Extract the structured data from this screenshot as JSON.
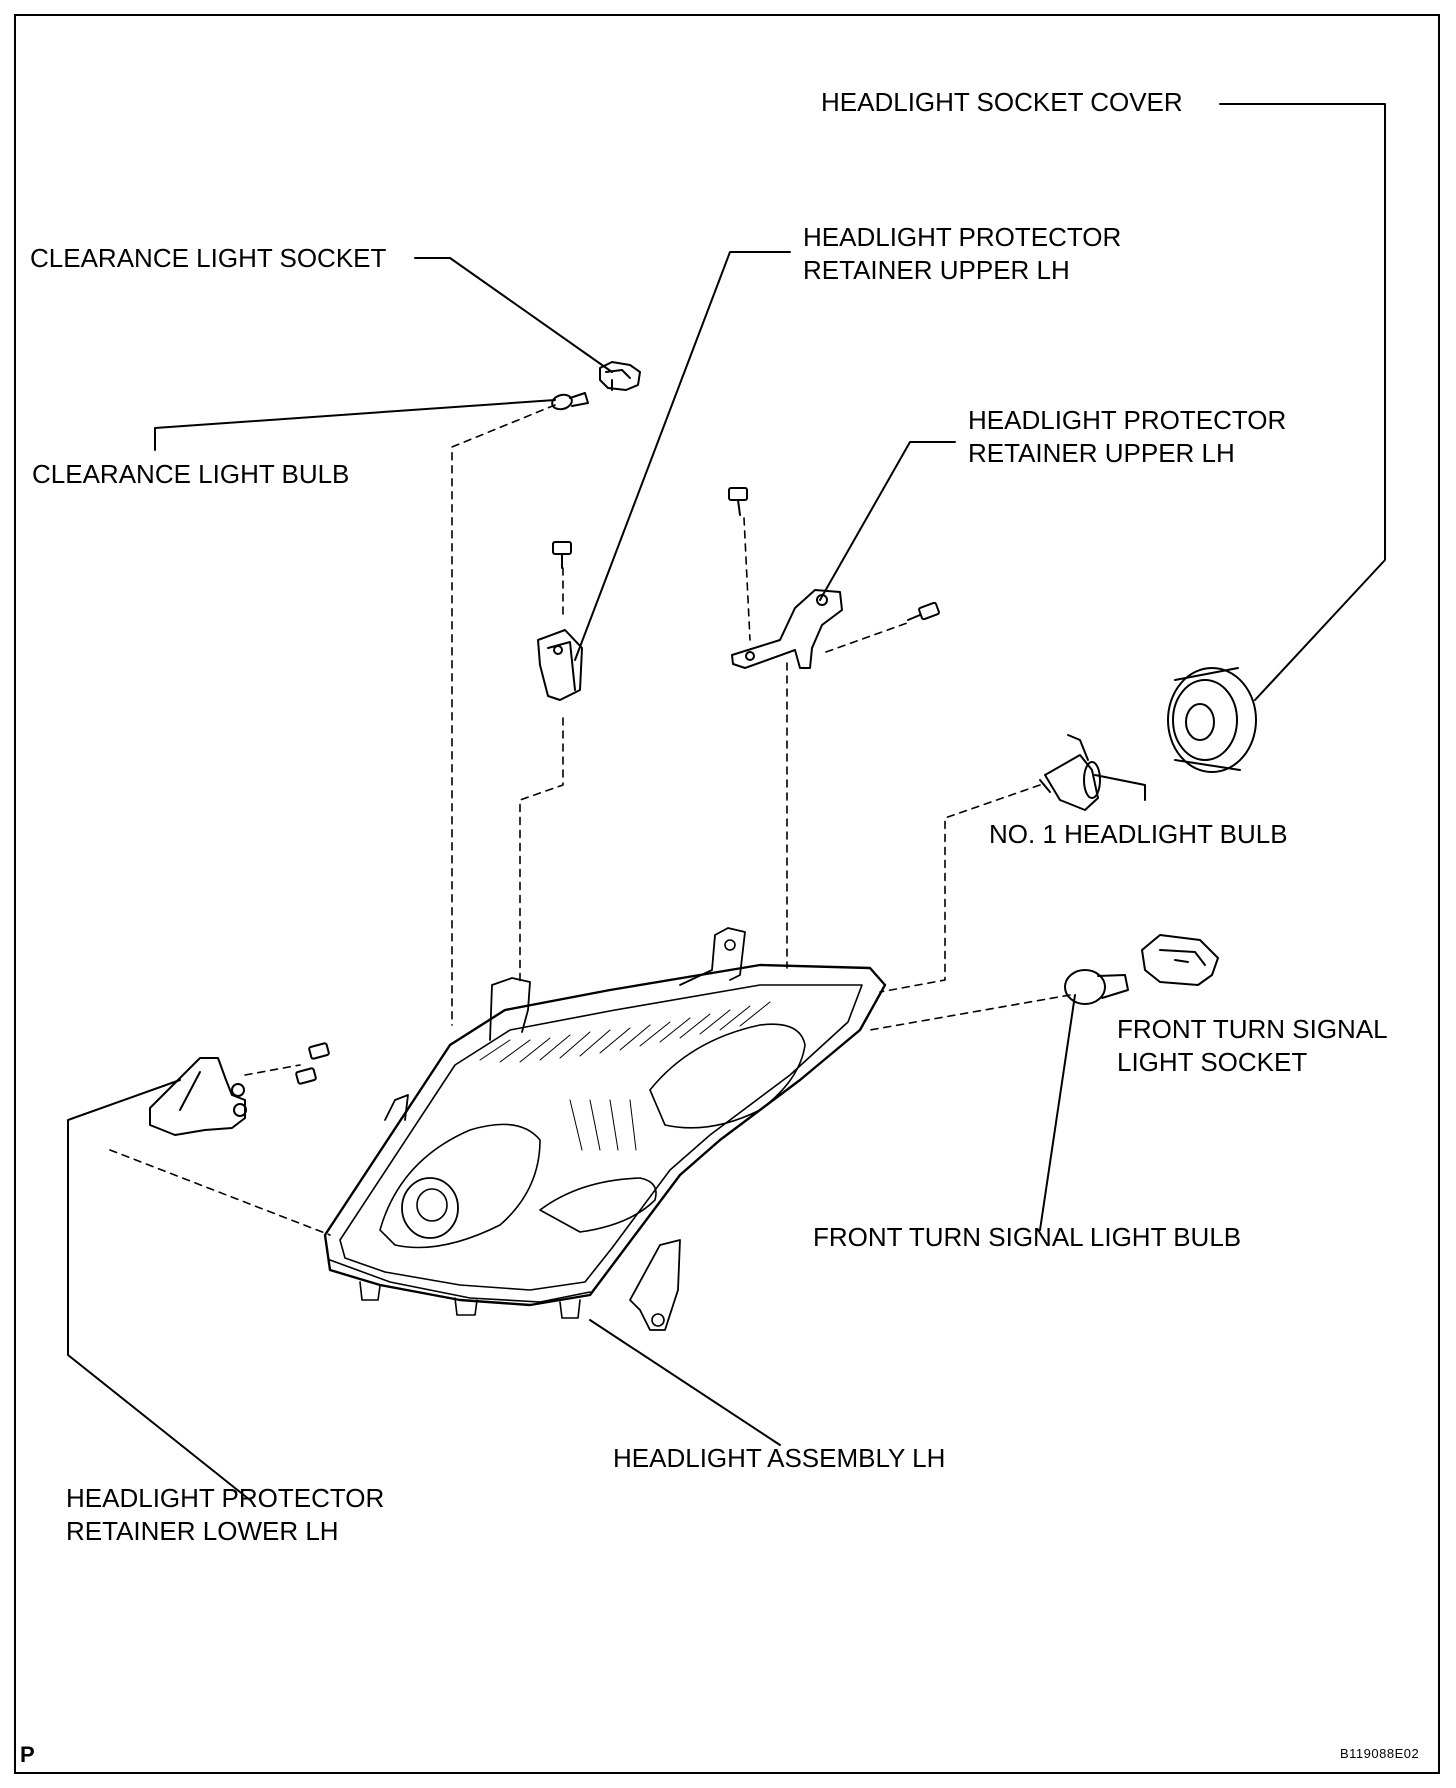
{
  "labels": {
    "headlight_socket_cover": "HEADLIGHT SOCKET COVER",
    "clearance_light_socket": "CLEARANCE LIGHT SOCKET",
    "protector_retainer_upper_1_line1": "HEADLIGHT PROTECTOR",
    "protector_retainer_upper_1_line2": "RETAINER UPPER LH",
    "clearance_light_bulb": "CLEARANCE LIGHT BULB",
    "protector_retainer_upper_2_line1": "HEADLIGHT PROTECTOR",
    "protector_retainer_upper_2_line2": "RETAINER UPPER LH",
    "no1_headlight_bulb": "NO. 1 HEADLIGHT BULB",
    "front_turn_signal_socket_line1": "FRONT TURN SIGNAL",
    "front_turn_signal_socket_line2": "LIGHT SOCKET",
    "front_turn_signal_bulb": "FRONT TURN SIGNAL LIGHT BULB",
    "headlight_assembly": "HEADLIGHT ASSEMBLY LH",
    "protector_retainer_lower_line1": "HEADLIGHT PROTECTOR",
    "protector_retainer_lower_line2": "RETAINER LOWER LH"
  },
  "corner_mark": "P",
  "figure_id": "B119088E02",
  "icons": [
    "clearance-socket-icon",
    "clearance-bulb-icon",
    "bolt-icon",
    "retainer-upper-bracket-icon",
    "headlight-bulb-icon",
    "socket-cover-icon",
    "turn-signal-socket-icon",
    "turn-signal-bulb-icon",
    "headlight-assembly-icon",
    "retainer-lower-bracket-icon"
  ]
}
